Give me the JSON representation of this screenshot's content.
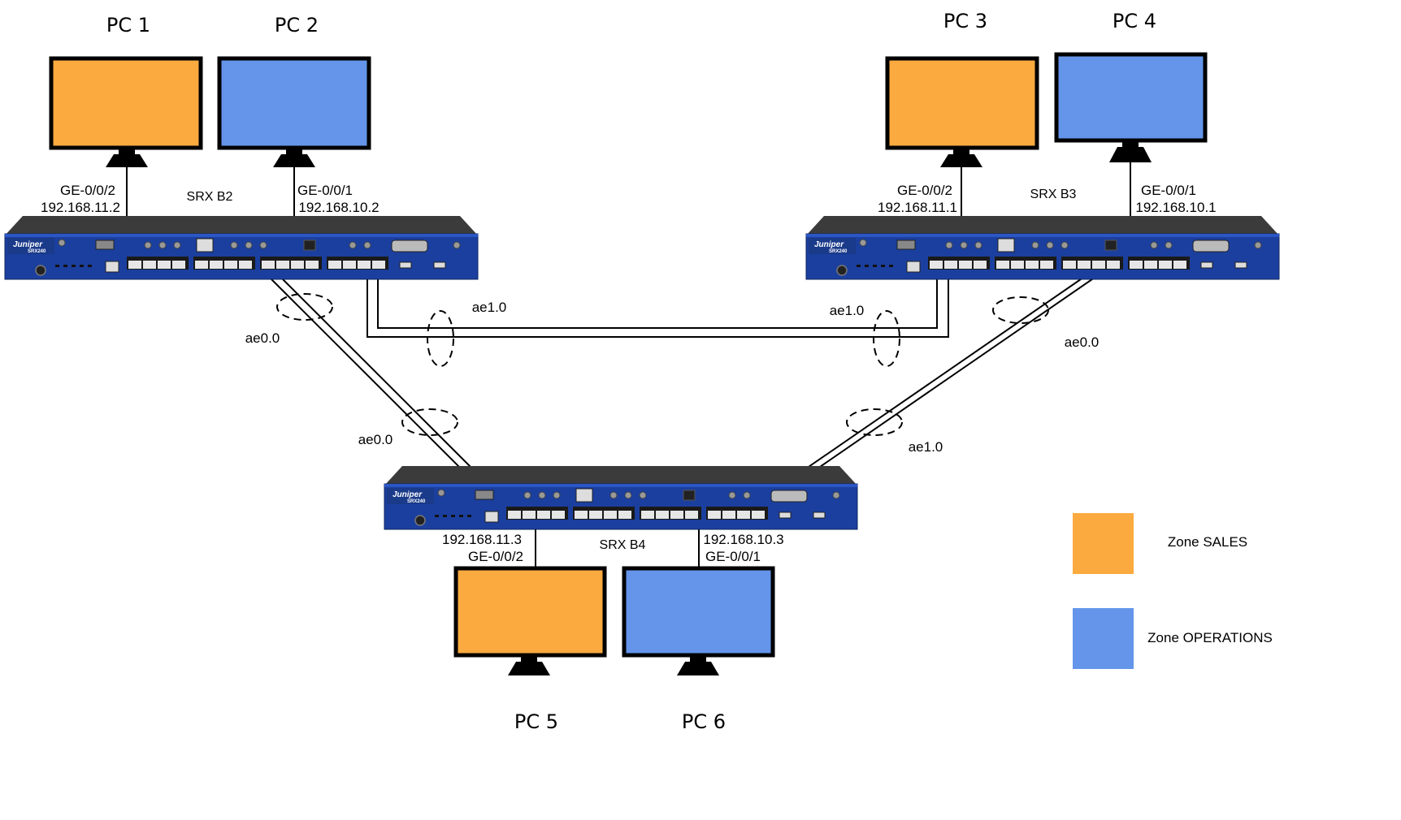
{
  "colors": {
    "sales": "#fbaa3f",
    "operations": "#6495ea",
    "device_body": "#1a3f9c",
    "device_top": "#3a3a3a",
    "screen_frame": "#000000"
  },
  "pcs": {
    "pc1": {
      "name": "PC 1",
      "zone": "sales"
    },
    "pc2": {
      "name": "PC 2",
      "zone": "operations"
    },
    "pc3": {
      "name": "PC 3",
      "zone": "sales"
    },
    "pc4": {
      "name": "PC 4",
      "zone": "operations"
    },
    "pc5": {
      "name": "PC 5",
      "zone": "sales"
    },
    "pc6": {
      "name": "PC 6",
      "zone": "operations"
    }
  },
  "devices": {
    "srx_b2": {
      "name": "SRX B2",
      "brand": "Juniper",
      "model": "SRX240",
      "left_port": {
        "iface": "GE-0/0/2",
        "ip": "192.168.11.2"
      },
      "right_port": {
        "iface": "GE-0/0/1",
        "ip": "192.168.10.2"
      }
    },
    "srx_b3": {
      "name": "SRX B3",
      "brand": "Juniper",
      "model": "SRX240",
      "left_port": {
        "iface": "GE-0/0/2",
        "ip": "192.168.11.1"
      },
      "right_port": {
        "iface": "GE-0/0/1",
        "ip": "192.168.10.1"
      }
    },
    "srx_b4": {
      "name": "SRX B4",
      "brand": "Juniper",
      "model": "SRX240",
      "left_port": {
        "iface": "GE-0/0/2",
        "ip": "192.168.11.3"
      },
      "right_port": {
        "iface": "GE-0/0/1",
        "ip": "192.168.10.3"
      }
    }
  },
  "links": {
    "b2_b3_b2_side": "ae1.0",
    "b2_b3_b3_side": "ae1.0",
    "b2_b4_b2_side": "ae0.0",
    "b2_b4_b4_side": "ae0.0",
    "b3_b4_b3_side": "ae0.0",
    "b3_b4_b4_side": "ae1.0"
  },
  "legend": {
    "sales_label": "Zone SALES",
    "operations_label": "Zone OPERATIONS"
  }
}
